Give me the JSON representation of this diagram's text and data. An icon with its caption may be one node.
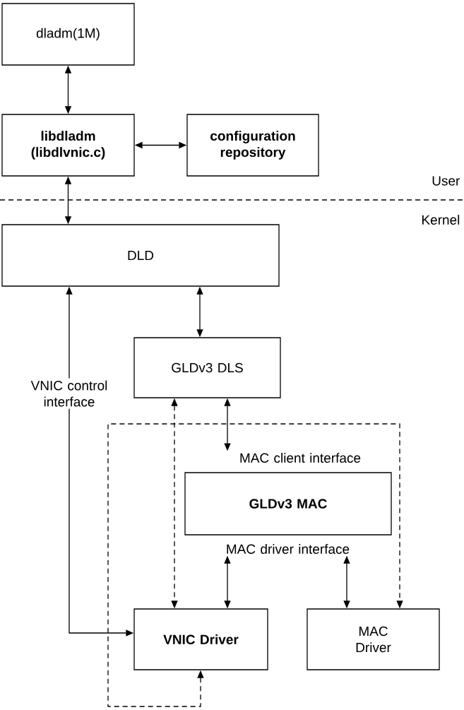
{
  "diagram": {
    "nodes": [
      {
        "text": [
          "dladm(1M)"
        ]
      },
      {
        "text": [
          "libdladm (libdlvnic.c)"
        ]
      },
      {
        "text": [
          "configuration repository"
        ]
      },
      {
        "text": [
          "DLD"
        ]
      },
      {
        "text": [
          "GLDv3 DLS"
        ]
      },
      {
        "text": [
          "MAC client interface"
        ]
      },
      {
        "text": [
          "GLDv3 MAC"
        ]
      },
      {
        "text": [
          "MAC driver interface"
        ]
      },
      {
        "text": [
          "VNIC Driver"
        ]
      },
      {
        "text": [
          "MAC Driver"
        ]
      }
    ],
    "edges": [
      {
        "from": 0,
        "to": 1,
        "arrow": "both"
      },
      {
        "from": 1,
        "to": 2,
        "arrow": "both"
      },
      {
        "from": 1,
        "to": 3,
        "arrow": "both"
      },
      {
        "from": 3,
        "to": 4,
        "arrow": "both"
      },
      {
        "from": 3,
        "to": 8,
        "arrow": "both",
        "label": "VNIC control interface"
      },
      {
        "from": 4,
        "to": 8,
        "arrow": "both",
        "style": "dashed"
      },
      {
        "from": 4,
        "to": 5,
        "arrow": "both"
      },
      {
        "from": 7,
        "to": 8,
        "arrow": "both"
      },
      {
        "from": 7,
        "to": 9,
        "arrow": "both"
      },
      {
        "from": 8,
        "to": 9,
        "arrow": "both",
        "style": "dashed"
      }
    ],
    "labels": [
      "User",
      "Kernel"
    ]
  }
}
